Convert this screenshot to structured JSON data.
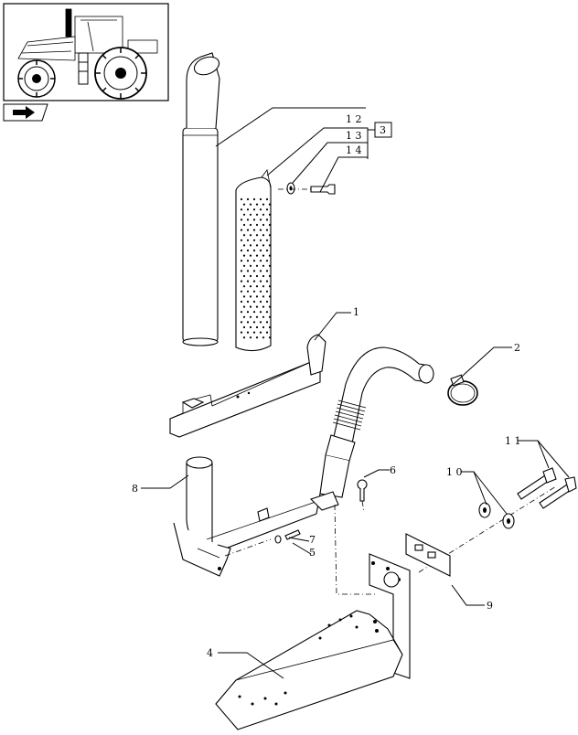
{
  "callouts": {
    "c1": "1",
    "c2": "2",
    "c3": "3",
    "c4": "4",
    "c5": "5",
    "c6": "6",
    "c7": "7",
    "c8": "8",
    "c9": "9",
    "c10": "1 0",
    "c11": "1 1",
    "c12": "1 2",
    "c13": "1 3",
    "c14": "1 4"
  }
}
